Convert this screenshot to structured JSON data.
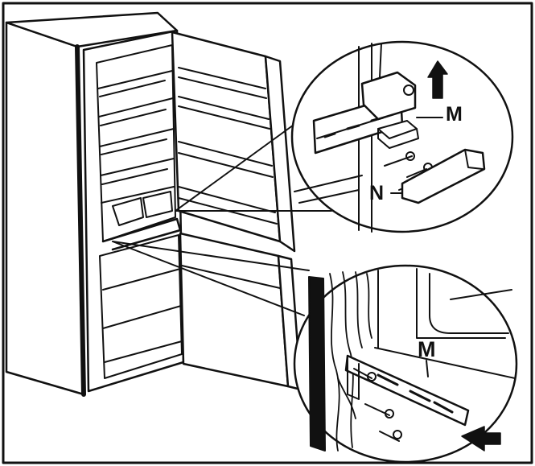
{
  "labels": {
    "upper_m": "M",
    "upper_n": "N",
    "lower_m": "M"
  },
  "colors": {
    "ink": "#111111",
    "paper": "#ffffff"
  }
}
